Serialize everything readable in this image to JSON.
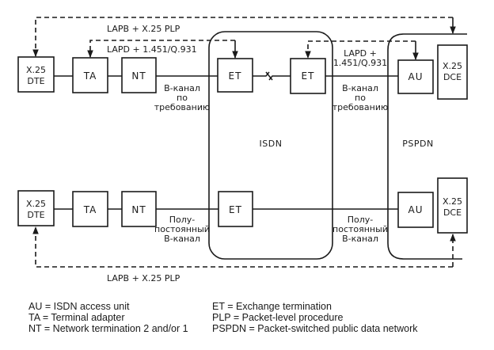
{
  "diagram": {
    "colors": {
      "stroke": "#1a1a1a",
      "background": "#ffffff"
    },
    "networks": {
      "isdn": "ISDN",
      "pspdn": "PSPDN"
    },
    "top_path": {
      "dte": [
        "X.25",
        "DTE"
      ],
      "ta": "TA",
      "nt": "NT",
      "et_left": "ET",
      "et_right": "ET",
      "au": "AU",
      "dce": [
        "X.25",
        "DCE"
      ],
      "outer_protocol": "LAPB + X.25 PLP",
      "inner_protocol_left": "LAPD + 1.451/Q.931",
      "inner_protocol_right": [
        "LAPD +",
        "1.451/Q.931"
      ],
      "channel_left": [
        "B-канал",
        "по",
        "требованию"
      ],
      "channel_right": [
        "B-канал",
        "по",
        "требованию"
      ]
    },
    "bottom_path": {
      "dte": [
        "X.25",
        "DTE"
      ],
      "ta": "TA",
      "nt": "NT",
      "et": "ET",
      "au": "AU",
      "dce": [
        "X.25",
        "DCE"
      ],
      "outer_protocol": "LAPB + X.25 PLP",
      "channel_left": [
        "Полу-",
        "постоянный",
        "B-канал"
      ],
      "channel_right": [
        "Полу-",
        "постоянный",
        "B-канал"
      ]
    }
  },
  "legend": {
    "left": [
      "AU = ISDN access unit",
      "TA = Terminal adapter",
      "NT = Network termination 2 and/or 1"
    ],
    "right": [
      "ET = Exchange termination",
      "PLP = Packet-level procedure",
      "PSPDN = Packet-switched public data network"
    ]
  }
}
